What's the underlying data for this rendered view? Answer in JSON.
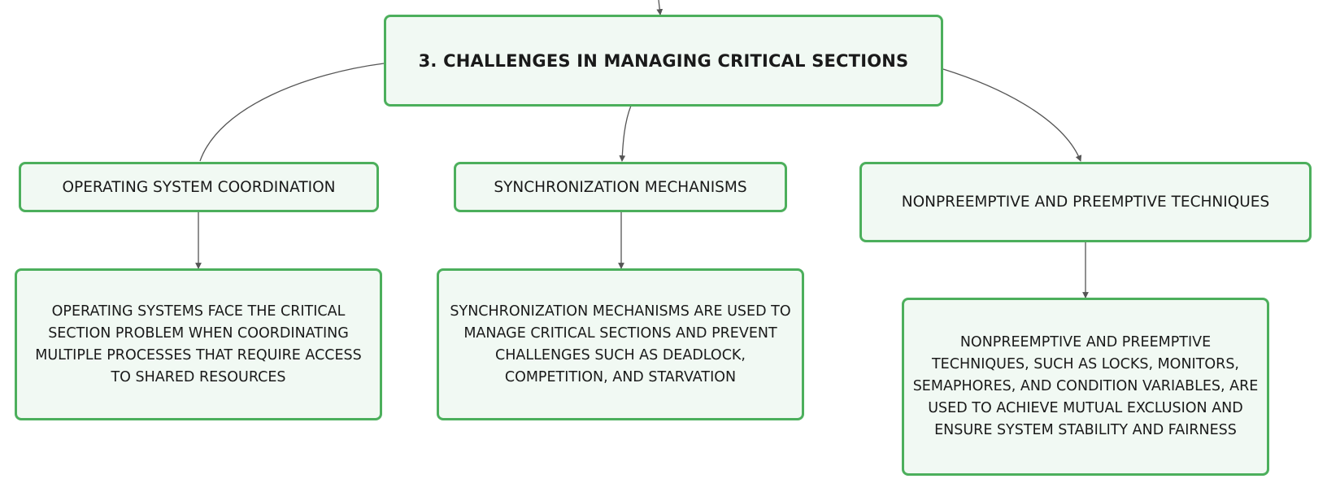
{
  "diagram": {
    "root": {
      "label": "3. CHALLENGES IN MANAGING CRITICAL SECTIONS"
    },
    "branches": [
      {
        "label": "OPERATING SYSTEM COORDINATION",
        "detail": "OPERATING SYSTEMS FACE THE CRITICAL SECTION PROBLEM WHEN COORDINATING MULTIPLE PROCESSES THAT REQUIRE ACCESS TO SHARED RESOURCES"
      },
      {
        "label": "SYNCHRONIZATION MECHANISMS",
        "detail": "SYNCHRONIZATION MECHANISMS ARE USED TO MANAGE CRITICAL SECTIONS AND PREVENT CHALLENGES SUCH AS DEADLOCK, COMPETITION, AND STARVATION"
      },
      {
        "label": "NONPREEMPTIVE AND PREEMPTIVE TECHNIQUES",
        "detail": "NONPREEMPTIVE AND PREEMPTIVE TECHNIQUES, SUCH AS LOCKS, MONITORS, SEMAPHORES, AND CONDITION VARIABLES, ARE USED TO ACHIEVE MUTUAL EXCLUSION AND ENSURE SYSTEM STABILITY AND FAIRNESS"
      }
    ],
    "colors": {
      "node_border": "#4caf5c",
      "node_fill": "#f1f9f3",
      "connector": "#555555",
      "text": "#1a1a1a"
    }
  }
}
